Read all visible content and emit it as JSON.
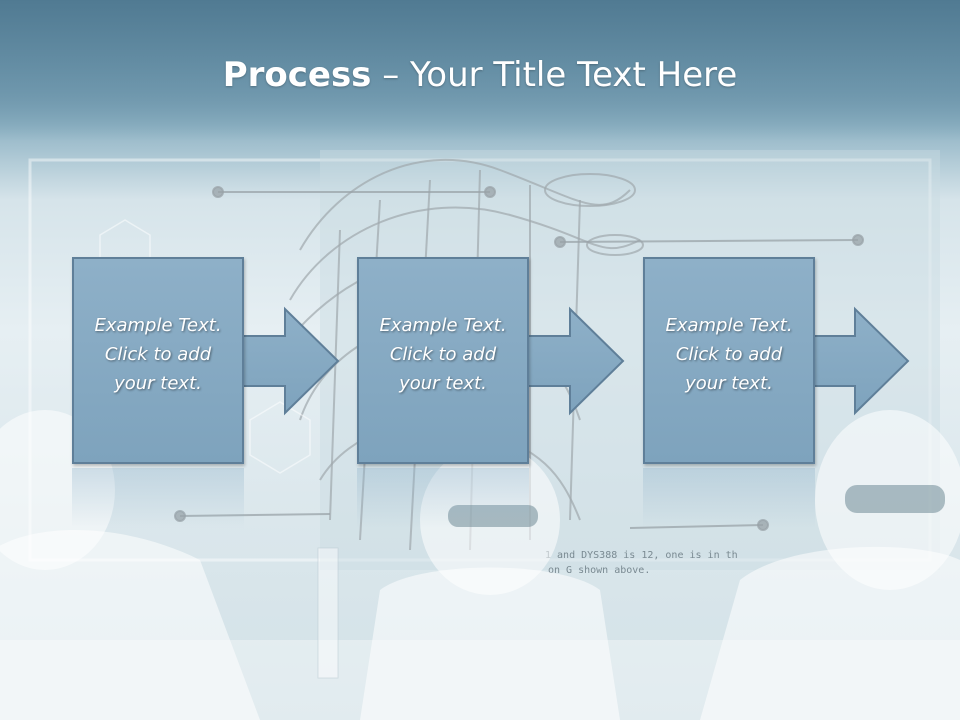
{
  "slide": {
    "title_bold": "Process",
    "title_rest": " – Your Title Text Here"
  },
  "steps": [
    {
      "line1": "Example Text.",
      "line2": "Click  to add",
      "line3": "your text."
    },
    {
      "line1": "Example Text.",
      "line2": "Click  to add",
      "line3": "your text."
    },
    {
      "line1": "Example Text.",
      "line2": "Click  to add",
      "line3": "your text."
    }
  ],
  "background": {
    "screen_text_1": "1 and DYS388 is 12, one is in th",
    "screen_text_2": "on G shown above."
  },
  "colors": {
    "box_fill": "#8eb0c8",
    "box_border": "#5f7f99",
    "header": "#557f97",
    "text": "#ffffff"
  }
}
